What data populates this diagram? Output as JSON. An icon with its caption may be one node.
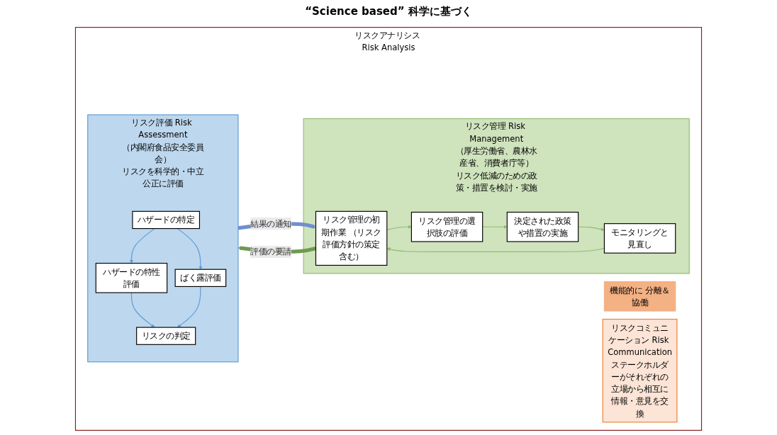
{
  "diagram": {
    "nodes": [
      {
        "text": [
          "リスクアナリシス Risk Analysis"
        ]
      },
      {
        "text": [
          "リスク管理 Risk Management",
          "（厚生労働省、農林水産省、消費者庁等）",
          "リスク低減のための政策・措置を検討・実施"
        ],
        "in": 0
      },
      {
        "text": [
          "リスク管理の初期作業 （リスク評価方針の策定含む）"
        ],
        "in": 1
      },
      {
        "text": [
          "リスク管理の選択肢の評価"
        ],
        "in": 1
      },
      {
        "text": [
          "決定された政策や措置の実施"
        ],
        "in": 1
      },
      {
        "text": [
          "モニタリングと見直し"
        ],
        "in": 1
      },
      {
        "text": [
          "リスク評価 Risk Assessment",
          "（内閣府食品安全委員会）",
          "リスクを科学的・中立公正に評価"
        ],
        "in": 0
      },
      {
        "text": [
          "ハザードの特定"
        ],
        "in": 6
      },
      {
        "text": [
          "ハザードの特性評価"
        ],
        "in": 6
      },
      {
        "text": [
          "ばく露評価"
        ],
        "in": 6
      },
      {
        "text": [
          "リスクの判定"
        ],
        "in": 6
      },
      {
        "text": [
          "機能的に 分離＆協働"
        ],
        "in": 0
      },
      {
        "text": [
          "リスクコミュニケーション Risk Communication",
          "ステークホルダーがそれぞれの立場から相互に情報・意見を交換"
        ],
        "in": 0
      }
    ],
    "edges": [
      {
        "from": 2,
        "to": 6,
        "arrow": "to",
        "label": "評価の要請",
        "style": "thick",
        "color": "#6e9a4e"
      },
      {
        "from": 6,
        "to": 2,
        "arrow": "to",
        "label": "結果の通知",
        "style": "thick",
        "color": "#6f8fd0"
      },
      {
        "from": 2,
        "to": 3,
        "arrow": "to",
        "color": "#8fbc72"
      },
      {
        "from": 3,
        "to": 4,
        "arrow": "to",
        "color": "#8fbc72"
      },
      {
        "from": 4,
        "to": 5,
        "arrow": "to",
        "color": "#8fbc72"
      },
      {
        "from": 5,
        "to": 2,
        "arrow": "to",
        "color": "#8fbc72"
      },
      {
        "from": 7,
        "to": 8,
        "arrow": "to",
        "color": "#5b9bd5"
      },
      {
        "from": 7,
        "to": 9,
        "arrow": "to",
        "color": "#5b9bd5"
      },
      {
        "from": 8,
        "to": 10,
        "arrow": "to",
        "color": "#5b9bd5"
      },
      {
        "from": 9,
        "to": 10,
        "arrow": "to",
        "color": "#5b9bd5"
      }
    ],
    "labels": [
      "“Science based” 科学に基づく"
    ]
  }
}
